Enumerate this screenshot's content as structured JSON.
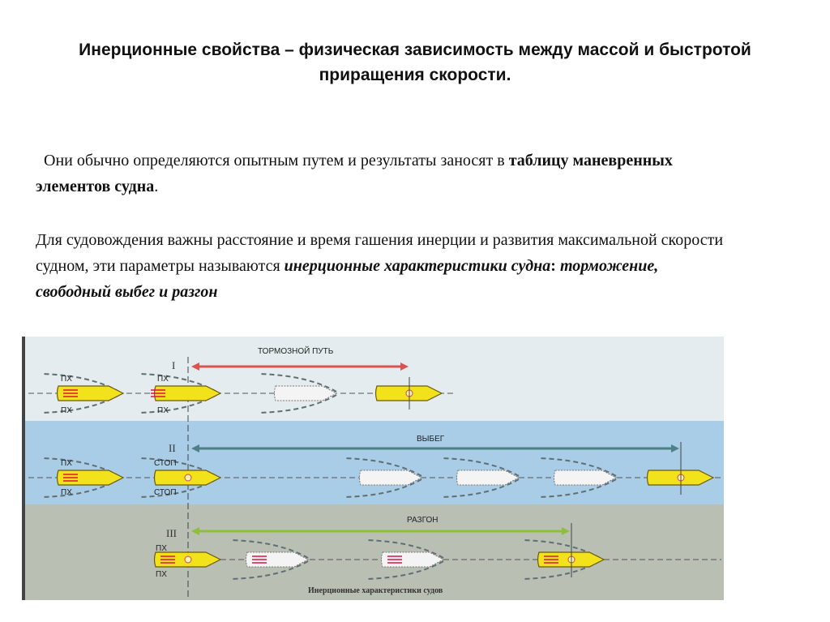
{
  "title": "Инерционные свойства – физическая зависимость между массой и быстротой приращения скорости.",
  "paragraph1": {
    "text": "Они обычно определяются опытным путем и результаты заносят в ",
    "bold": "таблицу маневренных элементов судна",
    "end": "."
  },
  "paragraph2": {
    "text": "Для судовождения важны расстояние и время гашения инерции и развития максимальной скорости судном, эти параметры называются ",
    "bold_italic_1": "инерционные характеристики судна",
    "colon": ": ",
    "bold_italic_2": "торможение, свободный выбег и разгон"
  },
  "diagram": {
    "rows": [
      {
        "numeral": "I",
        "label": "ТОРМОЗНОЙ ПУТЬ",
        "cmd_top": "ПХ",
        "cmd_bottom": "ПХ",
        "cmd2_top": "ПХ",
        "cmd2_bottom": "ПХ",
        "color": "#d9534f"
      },
      {
        "numeral": "II",
        "label": "ВЫБЕГ",
        "cmd_top": "ПХ",
        "cmd_bottom": "ПХ",
        "cmd2_top": "СТОП",
        "cmd2_bottom": "СТОП",
        "color": "#4e7f86"
      },
      {
        "numeral": "III",
        "label": "РАЗГОН",
        "cmd2_top": "ПХ",
        "cmd2_bottom": "ПХ",
        "color": "#8fbf3a"
      }
    ],
    "caption": "Инерционные характеристики судов"
  }
}
